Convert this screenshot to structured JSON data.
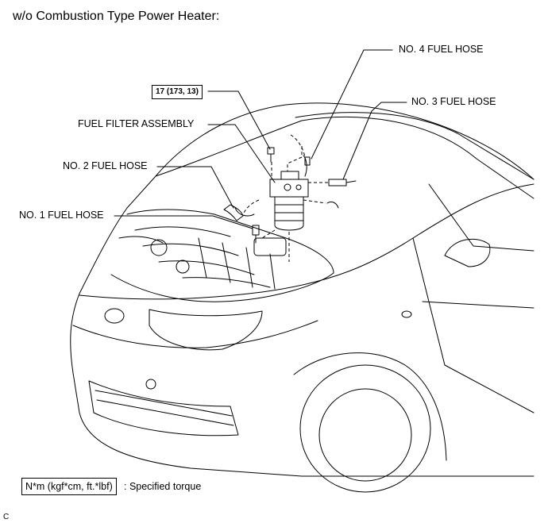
{
  "heading": "w/o Combustion Type Power Heater:",
  "labels": {
    "no4_fuel_hose": "NO. 4 FUEL HOSE",
    "no3_fuel_hose": "NO. 3 FUEL HOSE",
    "torque_spec": "17 (173, 13)",
    "fuel_filter_assembly": "FUEL FILTER ASSEMBLY",
    "no2_fuel_hose": "NO. 2 FUEL HOSE",
    "no1_fuel_hose": "NO. 1 FUEL HOSE"
  },
  "legend": {
    "unit_box": "N*m (kgf*cm, ft.*lbf)",
    "description": ": Specified torque"
  },
  "corner_mark": "C"
}
